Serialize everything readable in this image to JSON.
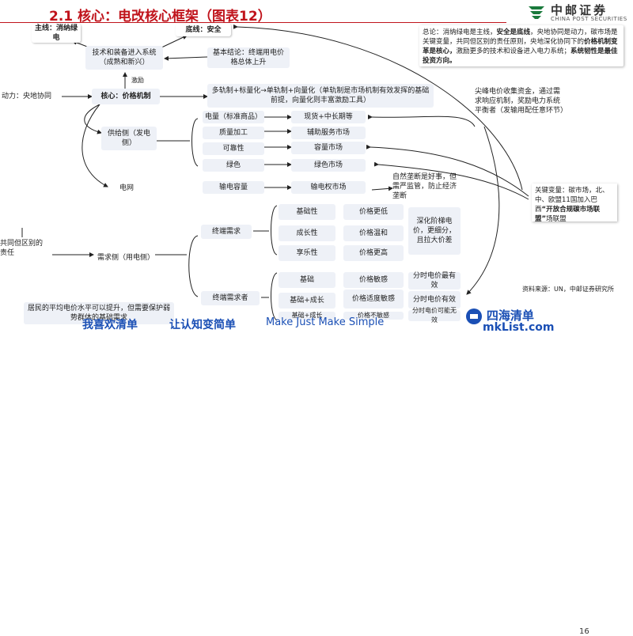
{
  "header": {
    "title": "2.1 核心：电改核心框架（图表12）",
    "logo_zh": "中邮证券",
    "logo_en": "CHINA POST SECURITIES"
  },
  "top": {
    "mainline": "主线：消纳绿电",
    "tech_entry": "技术和装备进入系统（成熟和新兴）",
    "bottom_line": "底线：安全",
    "basic_conclusion": "基本结论：终端用电价格总体上升",
    "driver_left": "动力：央地协同",
    "incentive_label": "激励",
    "core": "核心：价格机制"
  },
  "summary": {
    "p1": "总论：消纳绿电是主线，",
    "p1_bold": "安全是底线",
    "p2": "，央地协同是动力，碳市场是关键变量，共同但区别的责任原则，央地深化协同下的",
    "p2_bold": "价格机制变革是核心，",
    "p3": "激励更多的技术和设备进入电力系统；",
    "p3_bold": "系统韧性是最佳投资方向。"
  },
  "reform": {
    "track_text": "多轨制+标量化→单轨制+向量化（单轨制是市场机制有效发挥的基础前提，向量化则丰富激励工具）",
    "supply_side": "供给侧（发电侧）",
    "grid": "电网",
    "supply_items": [
      "电量（标准商品）",
      "质量加工",
      "可靠性",
      "绿色"
    ],
    "market_items": [
      "现货+中长期等",
      "辅助服务市场",
      "容量市场",
      "绿色市场"
    ],
    "grid_left": "输电容量",
    "grid_right": "输电权市场"
  },
  "right_notes": {
    "peak_price": "尖峰电价收集资金，通过需求响应机制，奖励电力系统平衡者（发输用配任意环节）",
    "natural_diff": "自然垄断是好事，但需严监管，防止经济垄断",
    "key_var_prefix": "关键变量：碳市场，北、中、欧盟11国加入巴西",
    "key_var_bold": "“开放合规碳市场联盟”",
    "key_var_suffix": "场联盟"
  },
  "demand": {
    "common_resp": "共同但区别的责任",
    "demand_side": "需求侧（用电侧）",
    "terminal1": "终端需求",
    "terminal2": "终端需求者",
    "t1_items": [
      "基础性",
      "成长性",
      "享乐性"
    ],
    "t1_prices": [
      "价格更低",
      "价格温和",
      "价格更高"
    ],
    "t1_note": "深化阶梯电价，更细分，且拉大价差",
    "t2_items": [
      "基础",
      "基础+成长",
      "基础+成长"
    ],
    "t2_prices": [
      "价格敏感",
      "价格适度敏感",
      "价格不敏感"
    ],
    "t2_notes": [
      "分时电价最有效",
      "分时电价有效",
      "分时电价可能无效"
    ]
  },
  "footer": {
    "resident_text": "居民的平均电价水平可以提升，但需要保护弱势群体的基础需求",
    "source": "资料来源：UN，中邮证券研究所",
    "page": "16",
    "wm_left": "我喜欢清单",
    "wm_mid": "让认知变简单",
    "wm_en": "Make Just Make Simple",
    "wm_brand": "四海清单",
    "wm_url": "mkList.com"
  }
}
